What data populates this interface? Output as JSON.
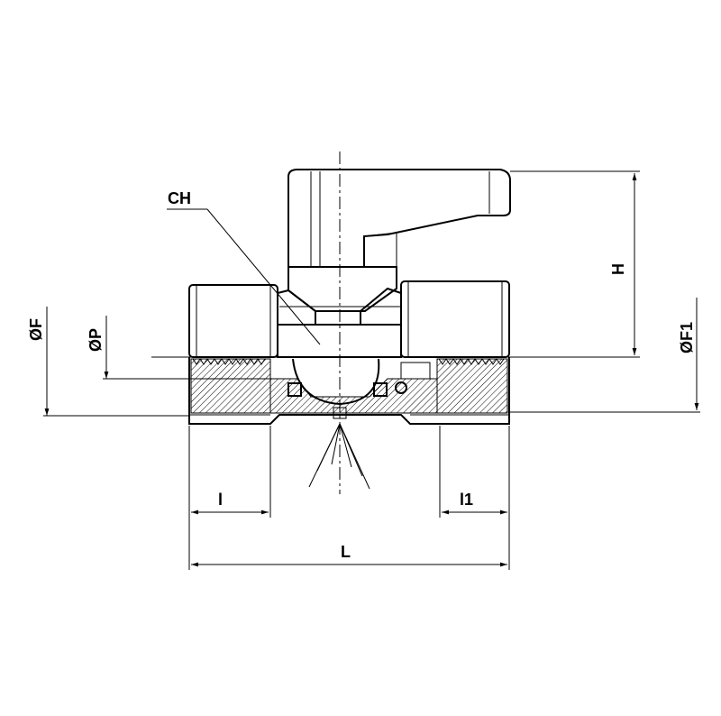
{
  "labels": {
    "ch": "CH",
    "phi_f": "ØF",
    "phi_p": "ØP",
    "phi_f1": "ØF1",
    "h": "H",
    "l_small": "l",
    "l1": "l1",
    "l_total": "L"
  },
  "colors": {
    "line": "#000000",
    "background": "#ffffff",
    "hatch": "#000000"
  }
}
